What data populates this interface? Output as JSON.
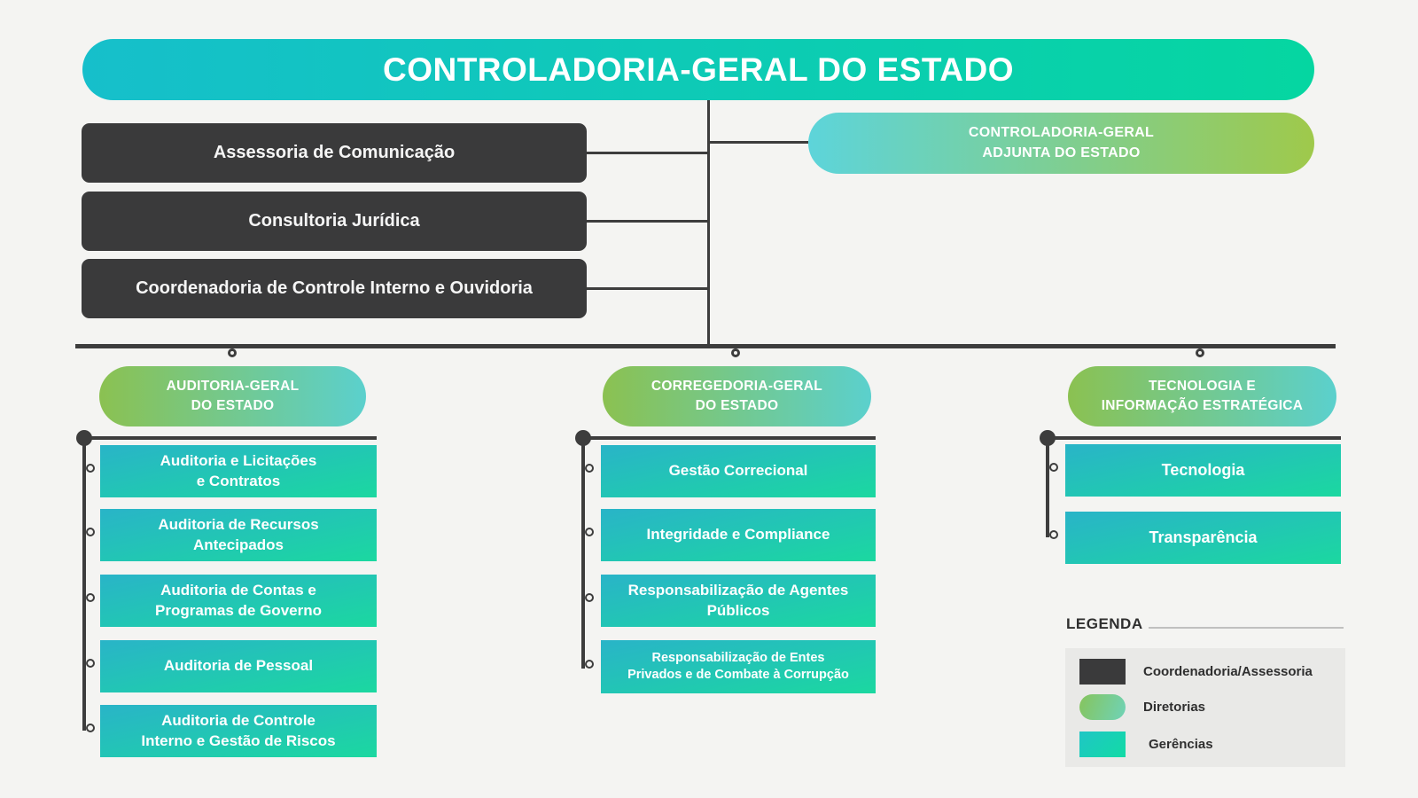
{
  "colors": {
    "background": "#f4f4f2",
    "connector": "#3d3d3d",
    "coordination_box": "#3a3a3b",
    "title_gradient": [
      "#16bfcb",
      "#05d6a1"
    ],
    "adjunct_gradient": [
      "#5dd4da",
      "#9fc94b"
    ],
    "directorate_gradient": [
      "#8bc151",
      "#5bd0cd"
    ],
    "management_gradient": [
      "#29b4c8",
      "#1bd8a0"
    ],
    "legend_panel": "#e9e9e7",
    "text_dark": "#2f2f2f"
  },
  "title": {
    "label": "CONTROLADORIA-GERAL DO ESTADO"
  },
  "adjunct": {
    "label": "CONTROLADORIA-GERAL\nADJUNTA DO ESTADO"
  },
  "coordination_boxes": [
    {
      "label": "Assessoria de Comunicação"
    },
    {
      "label": "Consultoria Jurídica"
    },
    {
      "label": "Coordenadoria de Controle Interno e Ouvidoria"
    }
  ],
  "branches": [
    {
      "label": "AUDITORIA-GERAL\nDO ESTADO",
      "items": [
        "Auditoria e Licitações\ne Contratos",
        "Auditoria de Recursos\nAntecipados",
        "Auditoria de Contas e\nProgramas de Governo",
        "Auditoria de Pessoal",
        "Auditoria de Controle\nInterno e Gestão de Riscos"
      ]
    },
    {
      "label": "CORREGEDORIA-GERAL\nDO ESTADO",
      "items": [
        "Gestão Correcional",
        "Integridade e Compliance",
        "Responsabilização de Agentes\nPúblicos",
        "Responsabilização de Entes\nPrivados e de Combate à Corrupção"
      ]
    },
    {
      "label": "TECNOLOGIA E\nINFORMAÇÃO ESTRATÉGICA",
      "items": [
        "Tecnologia",
        "Transparência"
      ]
    }
  ],
  "legend": {
    "title": "LEGENDA",
    "items": [
      {
        "label": "Coordenadoria/Assessoria"
      },
      {
        "label": "Diretorias"
      },
      {
        "label": "Gerências"
      }
    ]
  }
}
